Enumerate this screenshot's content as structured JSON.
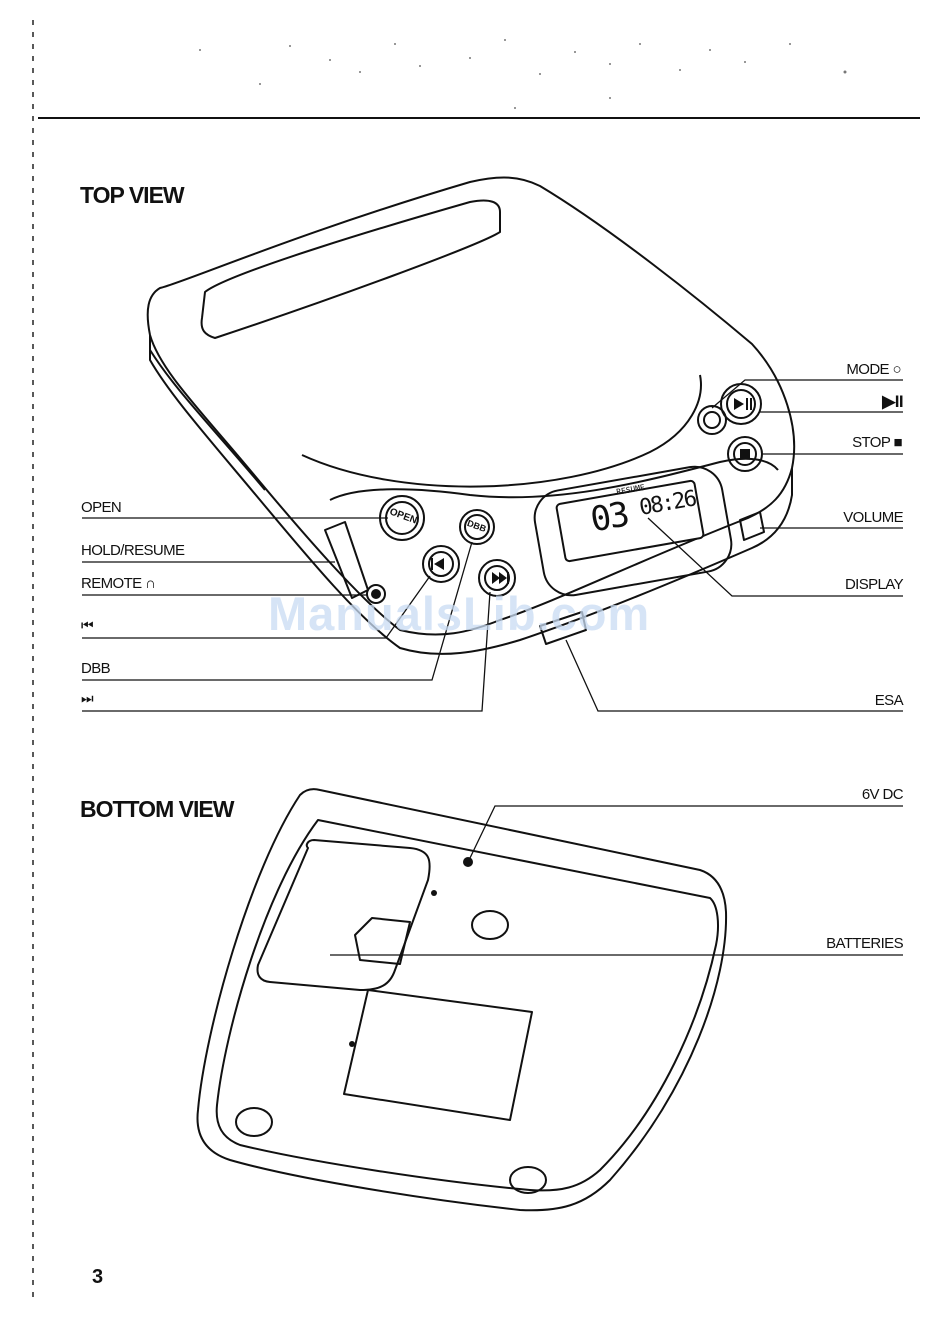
{
  "page_number": "3",
  "watermark": "ManualsLib.com",
  "top_view": {
    "title": "TOP VIEW",
    "buttons": {
      "open": "OPEN",
      "dbb": "DBB"
    },
    "lcd": {
      "track": "03",
      "time": "08:26",
      "tag": "RESUME"
    },
    "labels_left": {
      "open": "OPEN",
      "hold_resume": "HOLD/RESUME",
      "remote": "REMOTE ∩",
      "prev": "⏮",
      "dbb": "DBB",
      "next": "⏭"
    },
    "labels_right": {
      "mode": "MODE ○",
      "play_pause": "▶II",
      "stop": "STOP ■",
      "volume": "VOLUME",
      "display": "DISPLAY",
      "esa": "ESA"
    }
  },
  "bottom_view": {
    "title": "BOTTOM VIEW",
    "labels_right": {
      "dc": "6V DC",
      "batteries": "BATTERIES"
    }
  }
}
